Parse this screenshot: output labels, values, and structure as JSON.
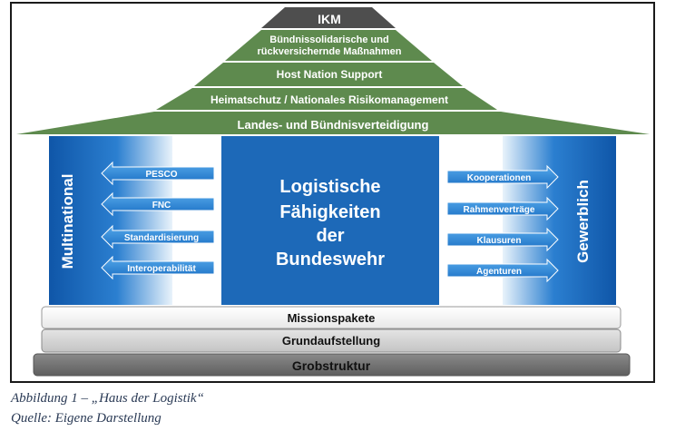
{
  "roof": {
    "top": "IKM",
    "row1_line1": "Bündnissolidarische und",
    "row1_line2": "rückversichernde Maßnahmen",
    "row2": "Host Nation Support",
    "row3": "Heimatschutz / Nationales Risikomanagement",
    "row4": "Landes- und Bündnisverteidigung"
  },
  "left_pillar": {
    "label": "Multinational",
    "arrows": [
      "PESCO",
      "FNC",
      "Standardisierung",
      "Interoperabilität"
    ]
  },
  "center": {
    "line1": "Logistische",
    "line2": "Fähigkeiten",
    "line3": "der",
    "line4": "Bundeswehr"
  },
  "right_pillar": {
    "label": "Gewerblich",
    "arrows": [
      "Kooperationen",
      "Rahmenverträge",
      "Klausuren",
      "Agenturen"
    ]
  },
  "foundation": {
    "level1": "Missionspakete",
    "level2": "Grundaufstellung",
    "level3": "Grobstruktur"
  },
  "caption": {
    "line1": "Abbildung 1 – „Haus der Logistik“",
    "line2": "Quelle: Eigene Darstellung"
  },
  "colors": {
    "roof_green": "#5e8a4e",
    "roof_dark": "#4e4e4e",
    "pillar_blue": "#1665b8",
    "center_blue": "#1d69b8",
    "foundation_dark": "#707070"
  }
}
